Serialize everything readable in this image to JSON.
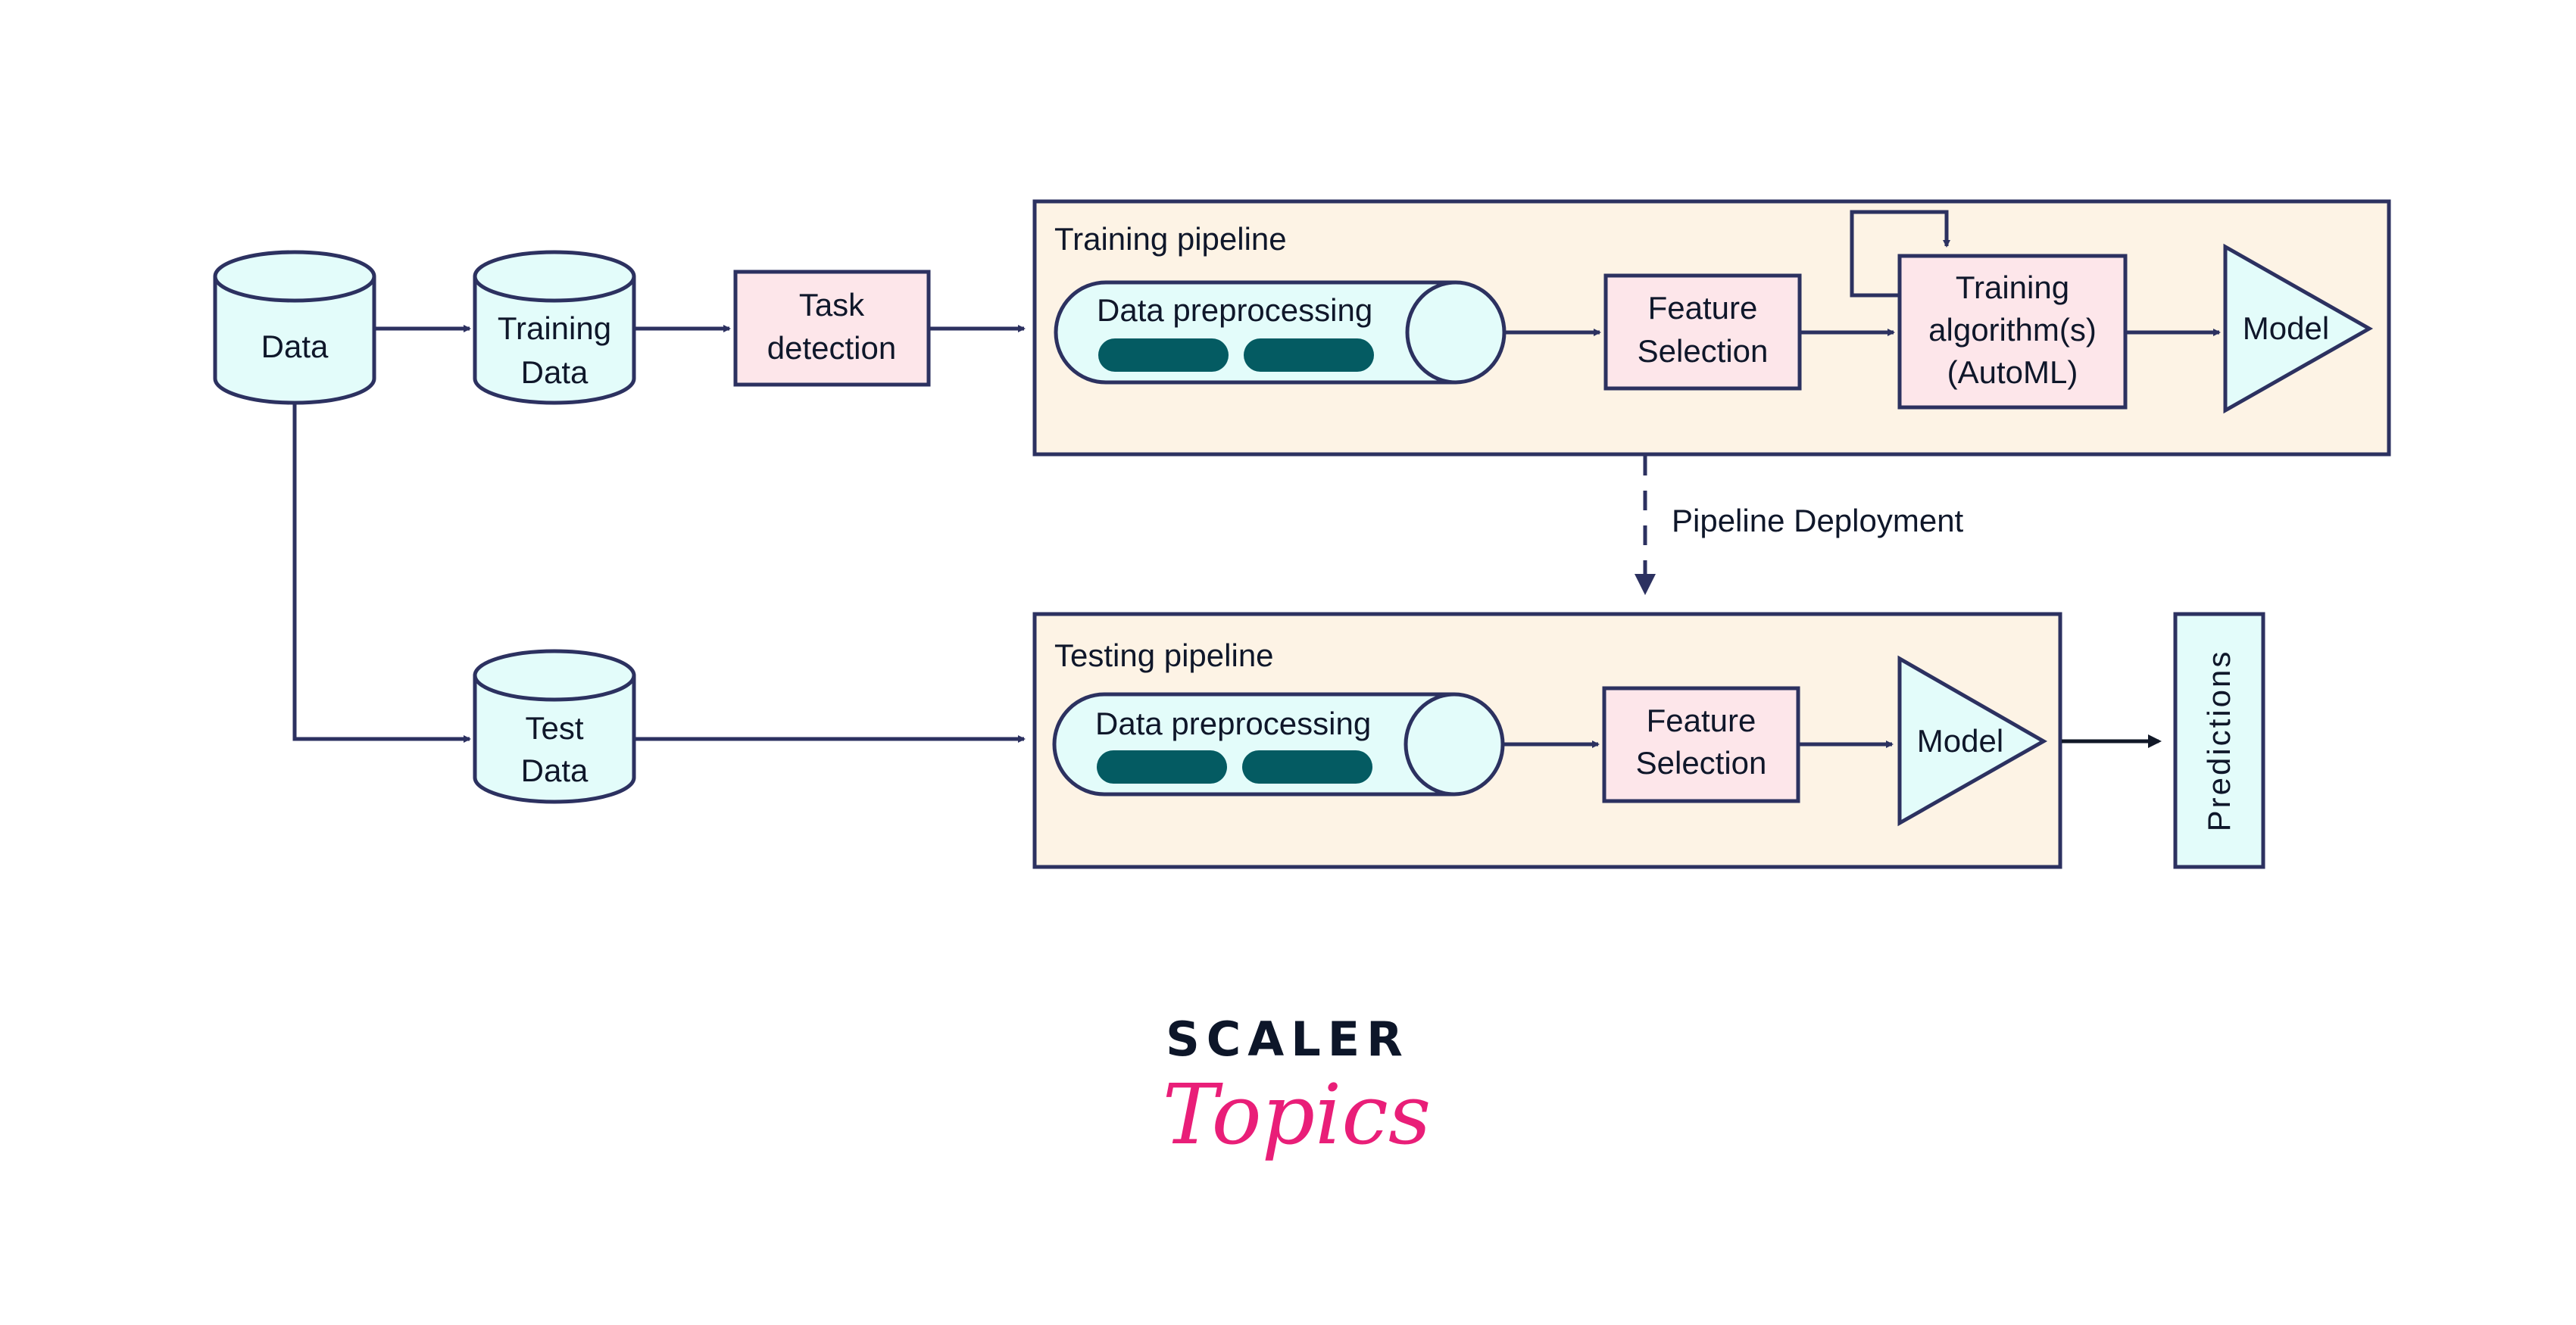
{
  "colors": {
    "stroke": "#2c3160",
    "cylinder_fill": "#e3fcfa",
    "box_fill": "#fde6ea",
    "pipeline_fill": "#fdf3e5",
    "pill_fill": "#045b62",
    "text": "#0f172a",
    "logo_dark": "#0d1629",
    "logo_pink": "#e91e78"
  },
  "nodes": {
    "data": {
      "label": "Data"
    },
    "training_data": {
      "line1": "Training",
      "line2": "Data"
    },
    "test_data": {
      "line1": "Test",
      "line2": "Data"
    },
    "task_detection": {
      "line1": "Task",
      "line2": "detection"
    }
  },
  "training_pipeline": {
    "title": "Training pipeline",
    "preprocessing": "Data preprocessing",
    "feature_selection": {
      "line1": "Feature",
      "line2": "Selection"
    },
    "algorithm": {
      "line1": "Training",
      "line2": "algorithm(s)",
      "line3": "(AutoML)"
    },
    "model": "Model"
  },
  "deployment": {
    "label": "Pipeline Deployment"
  },
  "testing_pipeline": {
    "title": "Testing pipeline",
    "preprocessing": "Data preprocessing",
    "feature_selection": {
      "line1": "Feature",
      "line2": "Selection"
    },
    "model": "Model"
  },
  "predictions": {
    "label": "Predictions"
  },
  "logo": {
    "top": "SCALER",
    "bottom": "Topics"
  }
}
